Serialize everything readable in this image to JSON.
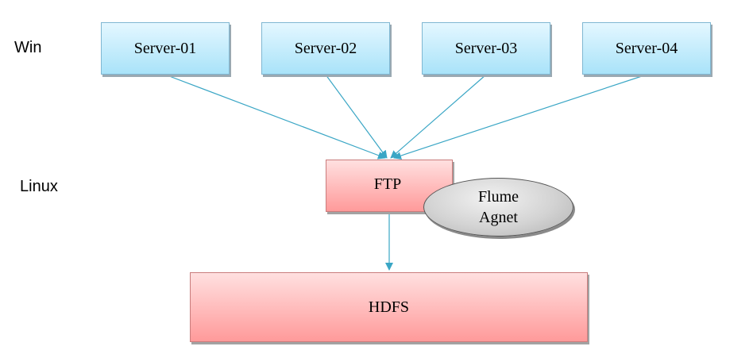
{
  "tiers": {
    "win_label": "Win",
    "linux_label": "Linux"
  },
  "servers": [
    {
      "label": "Server-01"
    },
    {
      "label": "Server-02"
    },
    {
      "label": "Server-03"
    },
    {
      "label": "Server-04"
    }
  ],
  "ftp": {
    "label": "FTP"
  },
  "agent": {
    "line1": "Flume",
    "line2": "Agnet"
  },
  "hdfs": {
    "label": "HDFS"
  },
  "colors": {
    "arrow": "#3aa6c5",
    "server_fill_top": "#e4f7ff",
    "server_fill_bottom": "#a9e3f9",
    "red_fill_top": "#ffe0e0",
    "red_fill_bottom": "#ff9a9a",
    "agent_fill": "#d3d3d3"
  }
}
